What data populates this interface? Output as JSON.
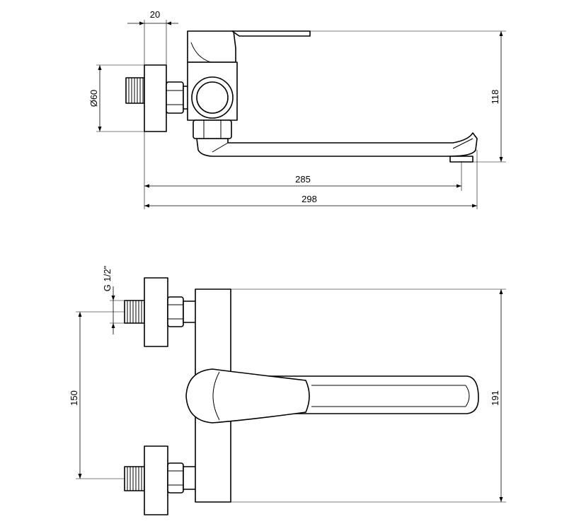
{
  "drawing": {
    "side_view": {
      "dimensions": {
        "flange_thickness": "20",
        "flange_diameter": "Ø60",
        "height": "118",
        "spout_reach": "285",
        "overall_length": "298"
      }
    },
    "top_view": {
      "dimensions": {
        "thread": "G 1/2\"",
        "inlet_spacing": "150",
        "body_height": "191"
      }
    }
  }
}
